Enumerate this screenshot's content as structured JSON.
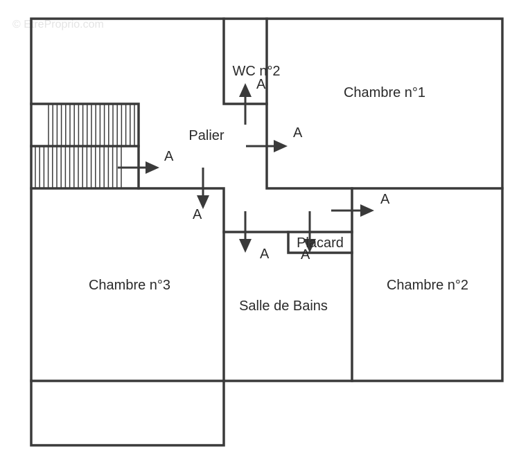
{
  "watermark": "© EtreProprio.com",
  "rooms": {
    "wc2": "WC n°2",
    "chambre1": "Chambre n°1",
    "palier": "Palier",
    "chambre3": "Chambre n°3",
    "salle_de_bains": "Salle de Bains",
    "chambre2": "Chambre n°2",
    "placard": "Placard"
  },
  "access_label": "A",
  "colors": {
    "wall": "#3a3a3a",
    "text": "#2a2a2a"
  }
}
